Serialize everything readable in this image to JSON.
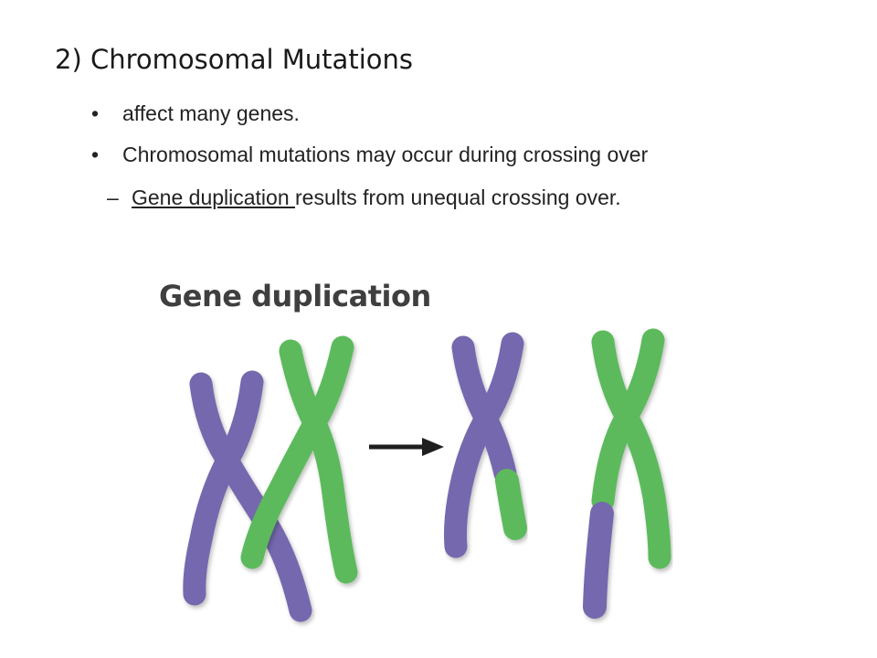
{
  "slide": {
    "title": "2) Chromosomal Mutations",
    "bullets": [
      "affect many genes.",
      "Chromosomal mutations may occur during crossing over"
    ],
    "sub_bullet": {
      "underlined": "Gene duplication ",
      "rest": "results from unequal crossing over."
    }
  },
  "figure": {
    "title": "Gene duplication",
    "colors": {
      "purple": "#7568ae",
      "purple_dark": "#5b4f97",
      "green": "#5cba5b",
      "green_dark": "#3a9a40",
      "arrow": "#1f1f1f"
    }
  }
}
